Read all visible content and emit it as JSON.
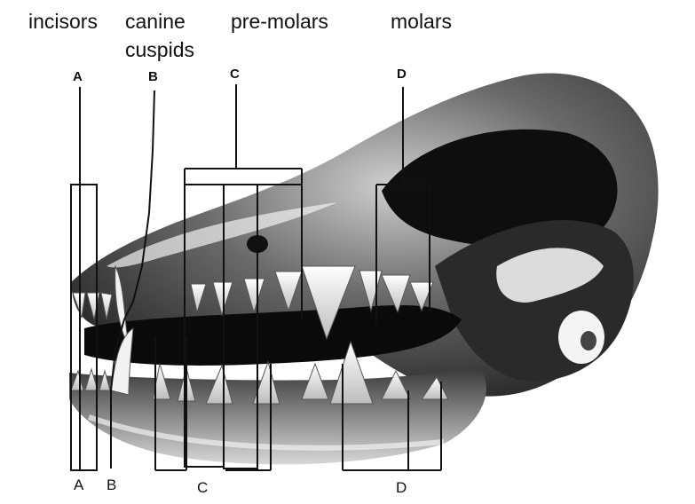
{
  "categories": {
    "incisors": "incisors",
    "canine": "canine",
    "cuspids": "cuspids",
    "premolars": "pre-molars",
    "molars": "molars"
  },
  "top_letters": {
    "a": "A",
    "b": "B",
    "c": "C",
    "d": "D"
  },
  "bottom_letters": {
    "a": "A",
    "b": "B",
    "c": "C",
    "d": "D"
  },
  "colors": {
    "line": "#111111",
    "bone_light": "#e8e8e8",
    "bone_dark": "#1a1a1a"
  }
}
